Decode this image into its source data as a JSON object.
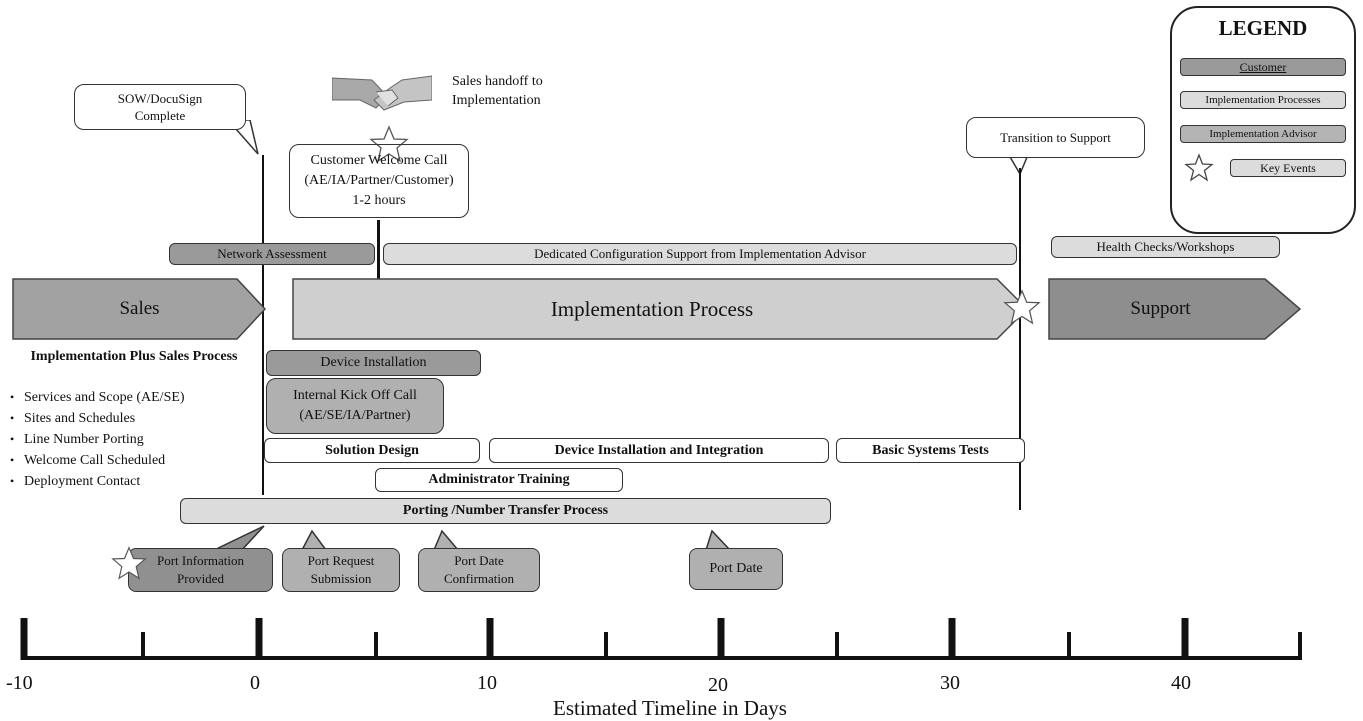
{
  "legend": {
    "title": "LEGEND",
    "items": {
      "customer": "Customer",
      "impl_processes": "Implementation Processes",
      "impl_advisor": "Implementation Advisor",
      "key_events": "Key Events"
    }
  },
  "callouts": {
    "sow": "SOW/DocuSign Complete",
    "handoff": "Sales handoff to Implementation",
    "welcome": "Customer Welcome Call (AE/IA/Partner/Customer) 1-2 hours",
    "transition": "Transition to Support"
  },
  "phases": {
    "sales": "Sales",
    "implementation": "Implementation Process",
    "support": "Support"
  },
  "bars": {
    "network": "Network Assessment",
    "dedicated": "Dedicated Configuration Support from Implementation Advisor",
    "health": "Health Checks/Workshops",
    "device_install": "Device Installation",
    "kickoff": "Internal Kick Off Call (AE/SE/IA/Partner)",
    "solution": "Solution Design",
    "device_integration": "Device Installation and Integration",
    "basic_tests": "Basic Systems Tests",
    "admin_training": "Administrator Training",
    "porting": "Porting /Number Transfer Process"
  },
  "sales_process": {
    "title": "Implementation Plus Sales Process",
    "items": [
      "Services and Scope (AE/SE)",
      "Sites and Schedules",
      "Line Number Porting",
      "Welcome Call Scheduled",
      "Deployment Contact"
    ]
  },
  "port_steps": {
    "info": "Port Information Provided",
    "request": "Port Request Submission",
    "confirm": "Port Date Confirmation",
    "date": "Port Date"
  },
  "timeline": {
    "label": "Estimated Timeline in Days",
    "ticks": [
      "-10",
      "0",
      "10",
      "20",
      "30",
      "40"
    ]
  },
  "colors": {
    "customer": "#9a9a9a",
    "implementation": "#dcdcdc",
    "advisor": "#ffffff"
  }
}
